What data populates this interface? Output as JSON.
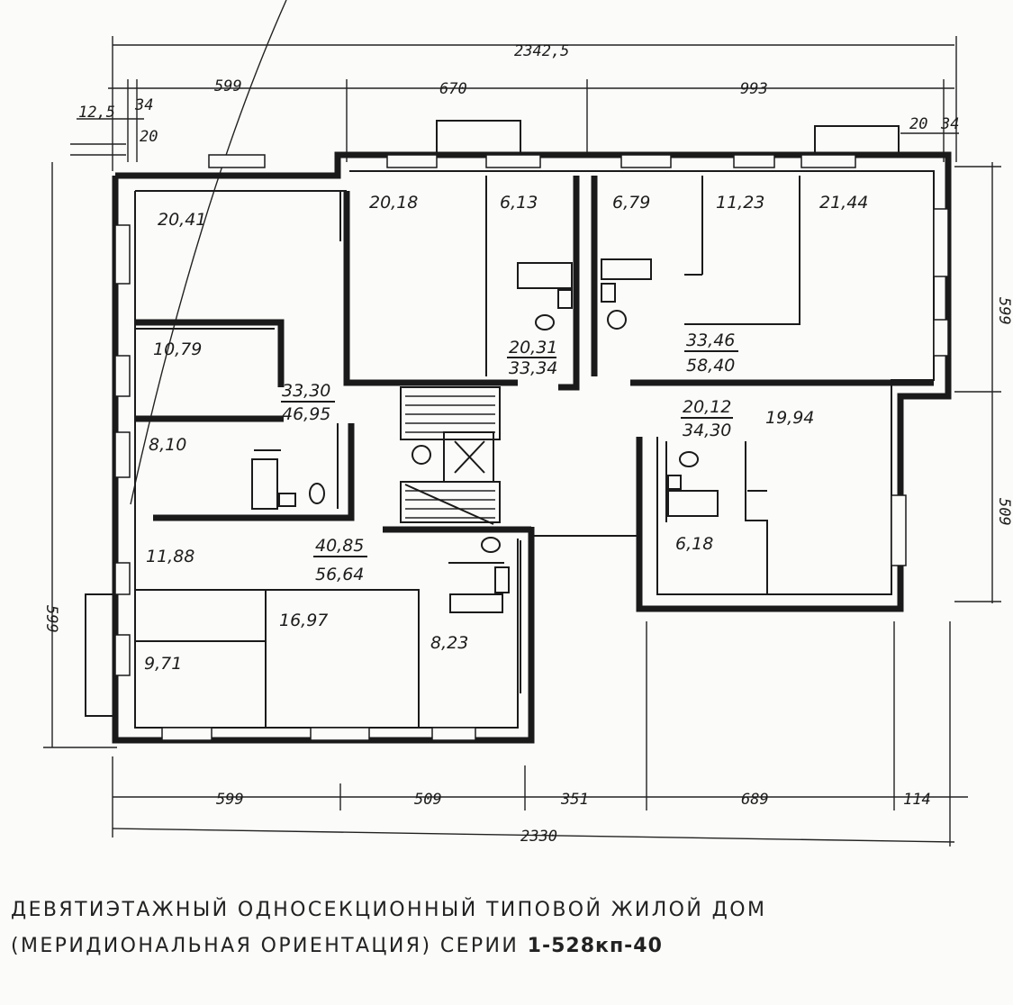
{
  "caption": {
    "line1": "ДЕВЯТИЭТАЖНЫЙ ОДНОСЕКЦИОННЫЙ ТИПОВОЙ ЖИЛОЙ ДОМ",
    "line2": "(МЕРИДИОНАЛЬНАЯ ОРИЕНТАЦИЯ) СЕРИИ",
    "series": "1-528кп-40"
  },
  "dimensions": {
    "top_total": "2342,5",
    "top_left": "599",
    "top_mid": "670",
    "top_right": "993",
    "top_left_offset_a": "12,5",
    "top_left_offset_b": "34",
    "top_left_offset_c": "20",
    "top_right_offset_a": "20",
    "top_right_offset_b": "34",
    "bottom_1": "599",
    "bottom_2": "509",
    "bottom_3": "351",
    "bottom_4": "689",
    "bottom_5": "114",
    "bottom_total": "2330",
    "right_top": "599",
    "right_mid": "509",
    "left_side": "599"
  },
  "rooms": {
    "r_20_41": "20,41",
    "r_10_79": "10,79",
    "r_8_10": "8,10",
    "apt1_living": "33,30",
    "apt1_total": "46,95",
    "r_20_18": "20,18",
    "r_6_13": "6,13",
    "apt2_living": "20,31",
    "apt2_total": "33,34",
    "r_6_79": "6,79",
    "r_11_23": "11,23",
    "r_21_44": "21,44",
    "apt3_living": "33,46",
    "apt3_total": "58,40",
    "apt4_living": "20,12",
    "apt4_total": "34,30",
    "r_19_94": "19,94",
    "r_6_18": "6,18",
    "r_11_88": "11,88",
    "apt5_living": "40,85",
    "apt5_total": "56,64",
    "r_16_97": "16,97",
    "r_9_71": "9,71",
    "r_8_23": "8,23"
  }
}
